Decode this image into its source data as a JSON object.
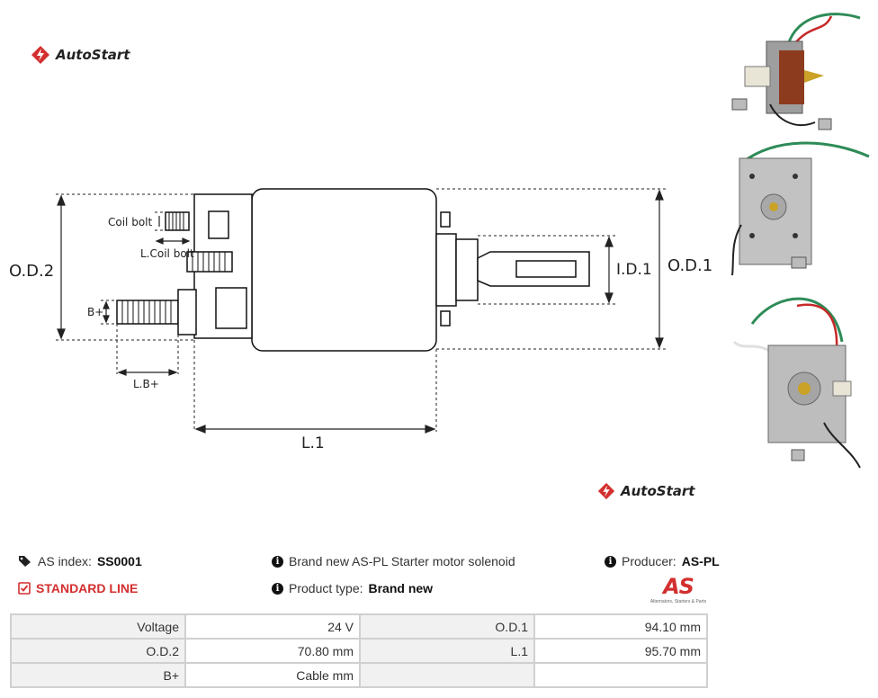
{
  "brand": {
    "logo_text": "AutoStart",
    "accent": "#d32f2f"
  },
  "drawing": {
    "labels": {
      "coil_bolt": "Coil bolt",
      "l_coil_bolt": "L.Coil bolt",
      "b_plus": "B+",
      "l_b_plus": "L.B+",
      "od2": "O.D.2",
      "od1": "O.D.1",
      "id1": "I.D.1",
      "l1": "L.1"
    }
  },
  "info": {
    "as_index_label": "AS index:",
    "as_index_value": "SS0001",
    "line": "STANDARD LINE",
    "description": "Brand new AS-PL Starter motor solenoid",
    "product_type_label": "Product type:",
    "product_type_value": "Brand new",
    "producer_label": "Producer:",
    "producer_value": "AS-PL",
    "producer_logo_text": "AS",
    "producer_logo_sub": "Alternators, Starters & Parts"
  },
  "specs": [
    {
      "label": "Voltage",
      "value": "24 V",
      "label2": "O.D.1",
      "value2": "94.10 mm"
    },
    {
      "label": "O.D.2",
      "value": "70.80 mm",
      "label2": "L.1",
      "value2": "95.70 mm"
    },
    {
      "label": "B+",
      "value": "Cable mm",
      "label2": "",
      "value2": ""
    }
  ]
}
